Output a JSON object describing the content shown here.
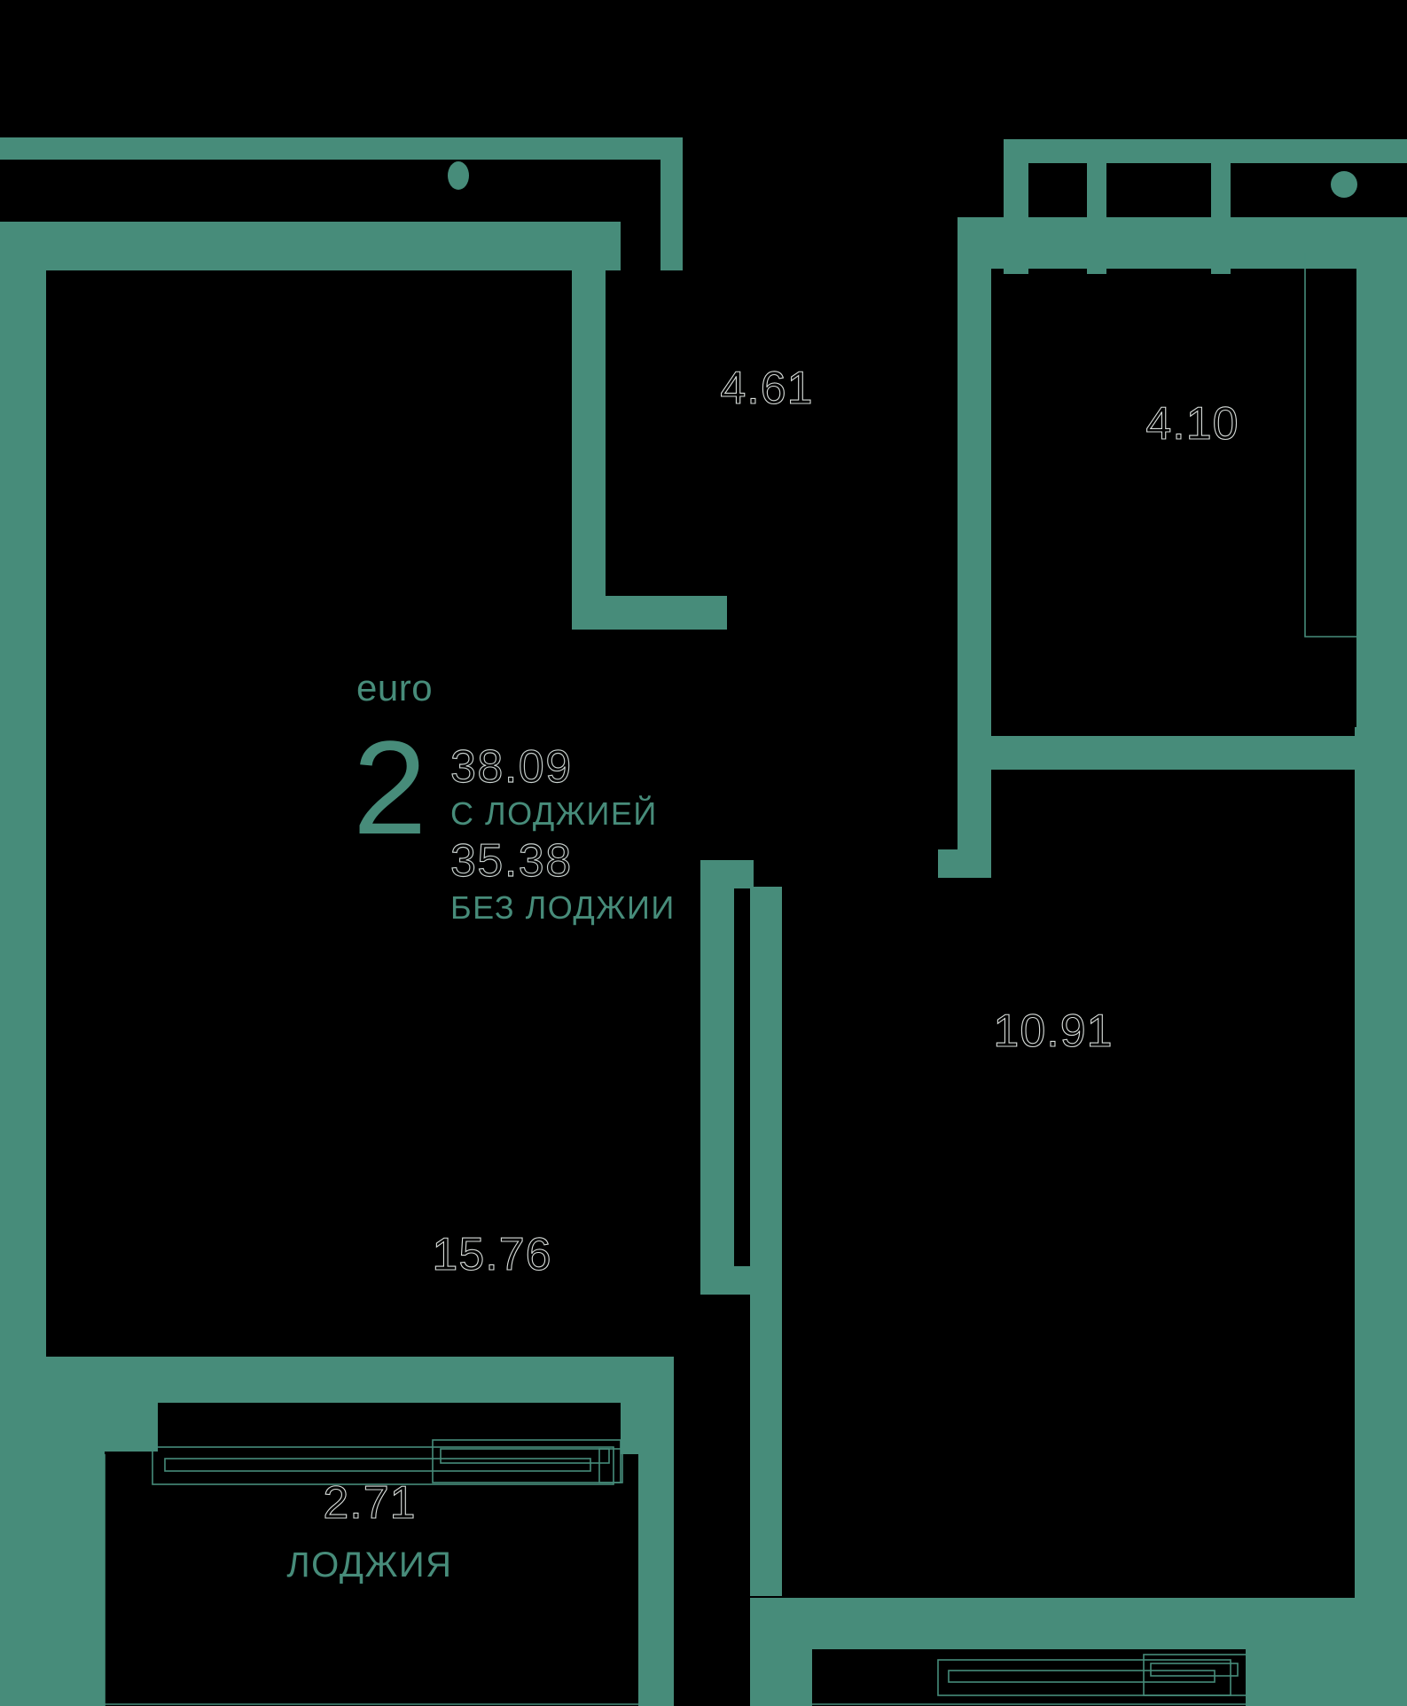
{
  "plan": {
    "title": "euro 2 apartment floor plan",
    "colors": {
      "wall": "#478c7a",
      "background": "#000000",
      "dimension_text": "#d9dedb",
      "accent_text": "#478c7a"
    },
    "badge": {
      "type_label": "euro",
      "rooms_count": "2",
      "area_with_loggia": "38.09",
      "area_with_loggia_caption": "С ЛОДЖИЕЙ",
      "area_without_loggia": "35.38",
      "area_without_loggia_caption": "БЕЗ ЛОДЖИИ"
    },
    "rooms": [
      {
        "id": "living-kitchen",
        "area": "15.76"
      },
      {
        "id": "bedroom",
        "area": "10.91"
      },
      {
        "id": "hall",
        "area": "4.61"
      },
      {
        "id": "bathroom",
        "area": "4.10"
      },
      {
        "id": "loggia",
        "area": "2.71",
        "caption": "ЛОДЖИЯ"
      }
    ],
    "features": {
      "window_handle": "window-handle-dot",
      "balcony_door": "sliding-balcony-door",
      "door_swing": "door-swing-arc"
    }
  }
}
